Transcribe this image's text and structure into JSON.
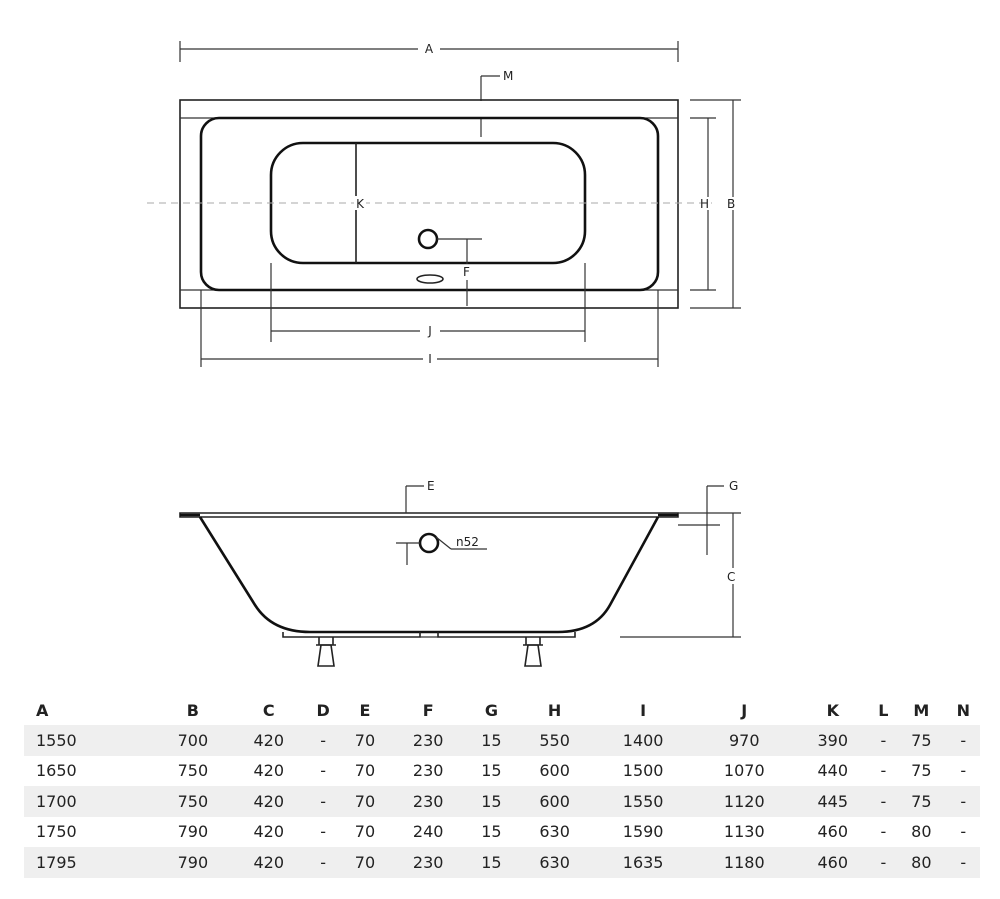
{
  "labels": {
    "A": "A",
    "B": "B",
    "C": "C",
    "E": "E",
    "F": "F",
    "G": "G",
    "H": "H",
    "I": "I",
    "J": "J",
    "K": "K",
    "M": "M",
    "drain": "n52"
  },
  "table": {
    "headers": [
      "A",
      "B",
      "C",
      "D",
      "E",
      "F",
      "G",
      "H",
      "I",
      "J",
      "K",
      "L",
      "M",
      "N"
    ],
    "rows": [
      [
        "1550",
        "700",
        "420",
        "-",
        "70",
        "230",
        "15",
        "550",
        "1400",
        "970",
        "390",
        "-",
        "75",
        "-"
      ],
      [
        "1650",
        "750",
        "420",
        "-",
        "70",
        "230",
        "15",
        "600",
        "1500",
        "1070",
        "440",
        "-",
        "75",
        "-"
      ],
      [
        "1700",
        "750",
        "420",
        "-",
        "70",
        "230",
        "15",
        "600",
        "1550",
        "1120",
        "445",
        "-",
        "75",
        "-"
      ],
      [
        "1750",
        "790",
        "420",
        "-",
        "70",
        "240",
        "15",
        "630",
        "1590",
        "1130",
        "460",
        "-",
        "80",
        "-"
      ],
      [
        "1795",
        "790",
        "420",
        "-",
        "70",
        "230",
        "15",
        "630",
        "1635",
        "1180",
        "460",
        "-",
        "80",
        "-"
      ]
    ]
  }
}
